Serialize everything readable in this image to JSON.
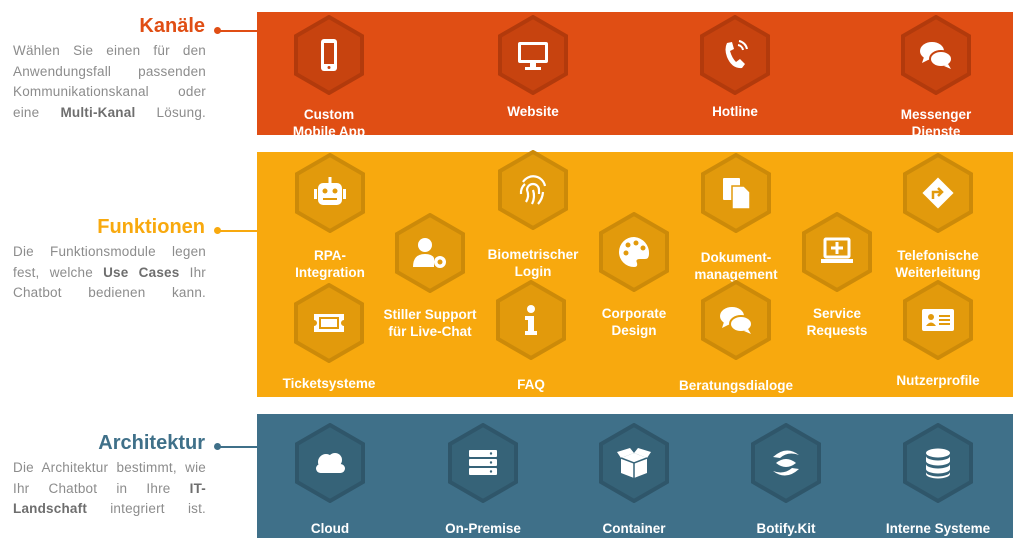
{
  "colors": {
    "kanaele": "#E04E14",
    "funktionen": "#F8A90E",
    "architektur": "#3F7089"
  },
  "kanaele": {
    "title": "Kanäle",
    "desc_pre": "Wählen Sie einen für den Anwendungsfall passenden Kommunikationskanal oder eine ",
    "desc_bold": "Multi-Kanal",
    "desc_post": " Lösung.",
    "items": [
      {
        "l1": "Custom",
        "l2": "Mobile App",
        "icon": "mobile-icon"
      },
      {
        "l1": "Website",
        "icon": "monitor-icon"
      },
      {
        "l1": "Hotline",
        "icon": "phone-icon"
      },
      {
        "l1": "Messenger",
        "l2": "Dienste",
        "icon": "chat-icon"
      }
    ]
  },
  "funktionen": {
    "title": "Funktionen",
    "desc_pre": "Die Funktionsmodule legen fest, welche ",
    "desc_bold": "Use Cases",
    "desc_post": " Ihr Chatbot bedienen kann.",
    "items": [
      {
        "l1": "RPA-",
        "l2": "Integration",
        "icon": "robot-icon"
      },
      {
        "l1": "Ticketsysteme",
        "icon": "ticket-icon"
      },
      {
        "l1": "Stiller Support",
        "l2": "für Live-Chat",
        "icon": "user-gear-icon"
      },
      {
        "l1": "Biometrischer",
        "l2": "Login",
        "icon": "fingerprint-icon"
      },
      {
        "l1": "FAQ",
        "icon": "info-icon"
      },
      {
        "l1": "Corporate",
        "l2": "Design",
        "icon": "palette-icon"
      },
      {
        "l1": "Dokument-",
        "l2": "management",
        "icon": "documents-icon"
      },
      {
        "l1": "Beratungsdialoge",
        "icon": "chat-icon"
      },
      {
        "l1": "Service",
        "l2": "Requests",
        "icon": "laptop-plus-icon"
      },
      {
        "l1": "Telefonische",
        "l2": "Weiterleitung",
        "icon": "route-icon"
      },
      {
        "l1": "Nutzerprofile",
        "icon": "id-card-icon"
      }
    ]
  },
  "architektur": {
    "title": "Architektur",
    "desc_pre": "Die Architektur bestimmt, wie Ihr Chatbot in Ihre ",
    "desc_bold": "IT-Landschaft",
    "desc_post": " integriert ist.",
    "items": [
      {
        "l1": "Cloud",
        "icon": "cloud-icon"
      },
      {
        "l1": "On-Premise",
        "icon": "server-icon"
      },
      {
        "l1": "Container",
        "icon": "box-icon"
      },
      {
        "l1": "Botify.Kit",
        "icon": "botify-logo-icon"
      },
      {
        "l1": "Interne Systeme",
        "icon": "database-icon"
      }
    ]
  }
}
